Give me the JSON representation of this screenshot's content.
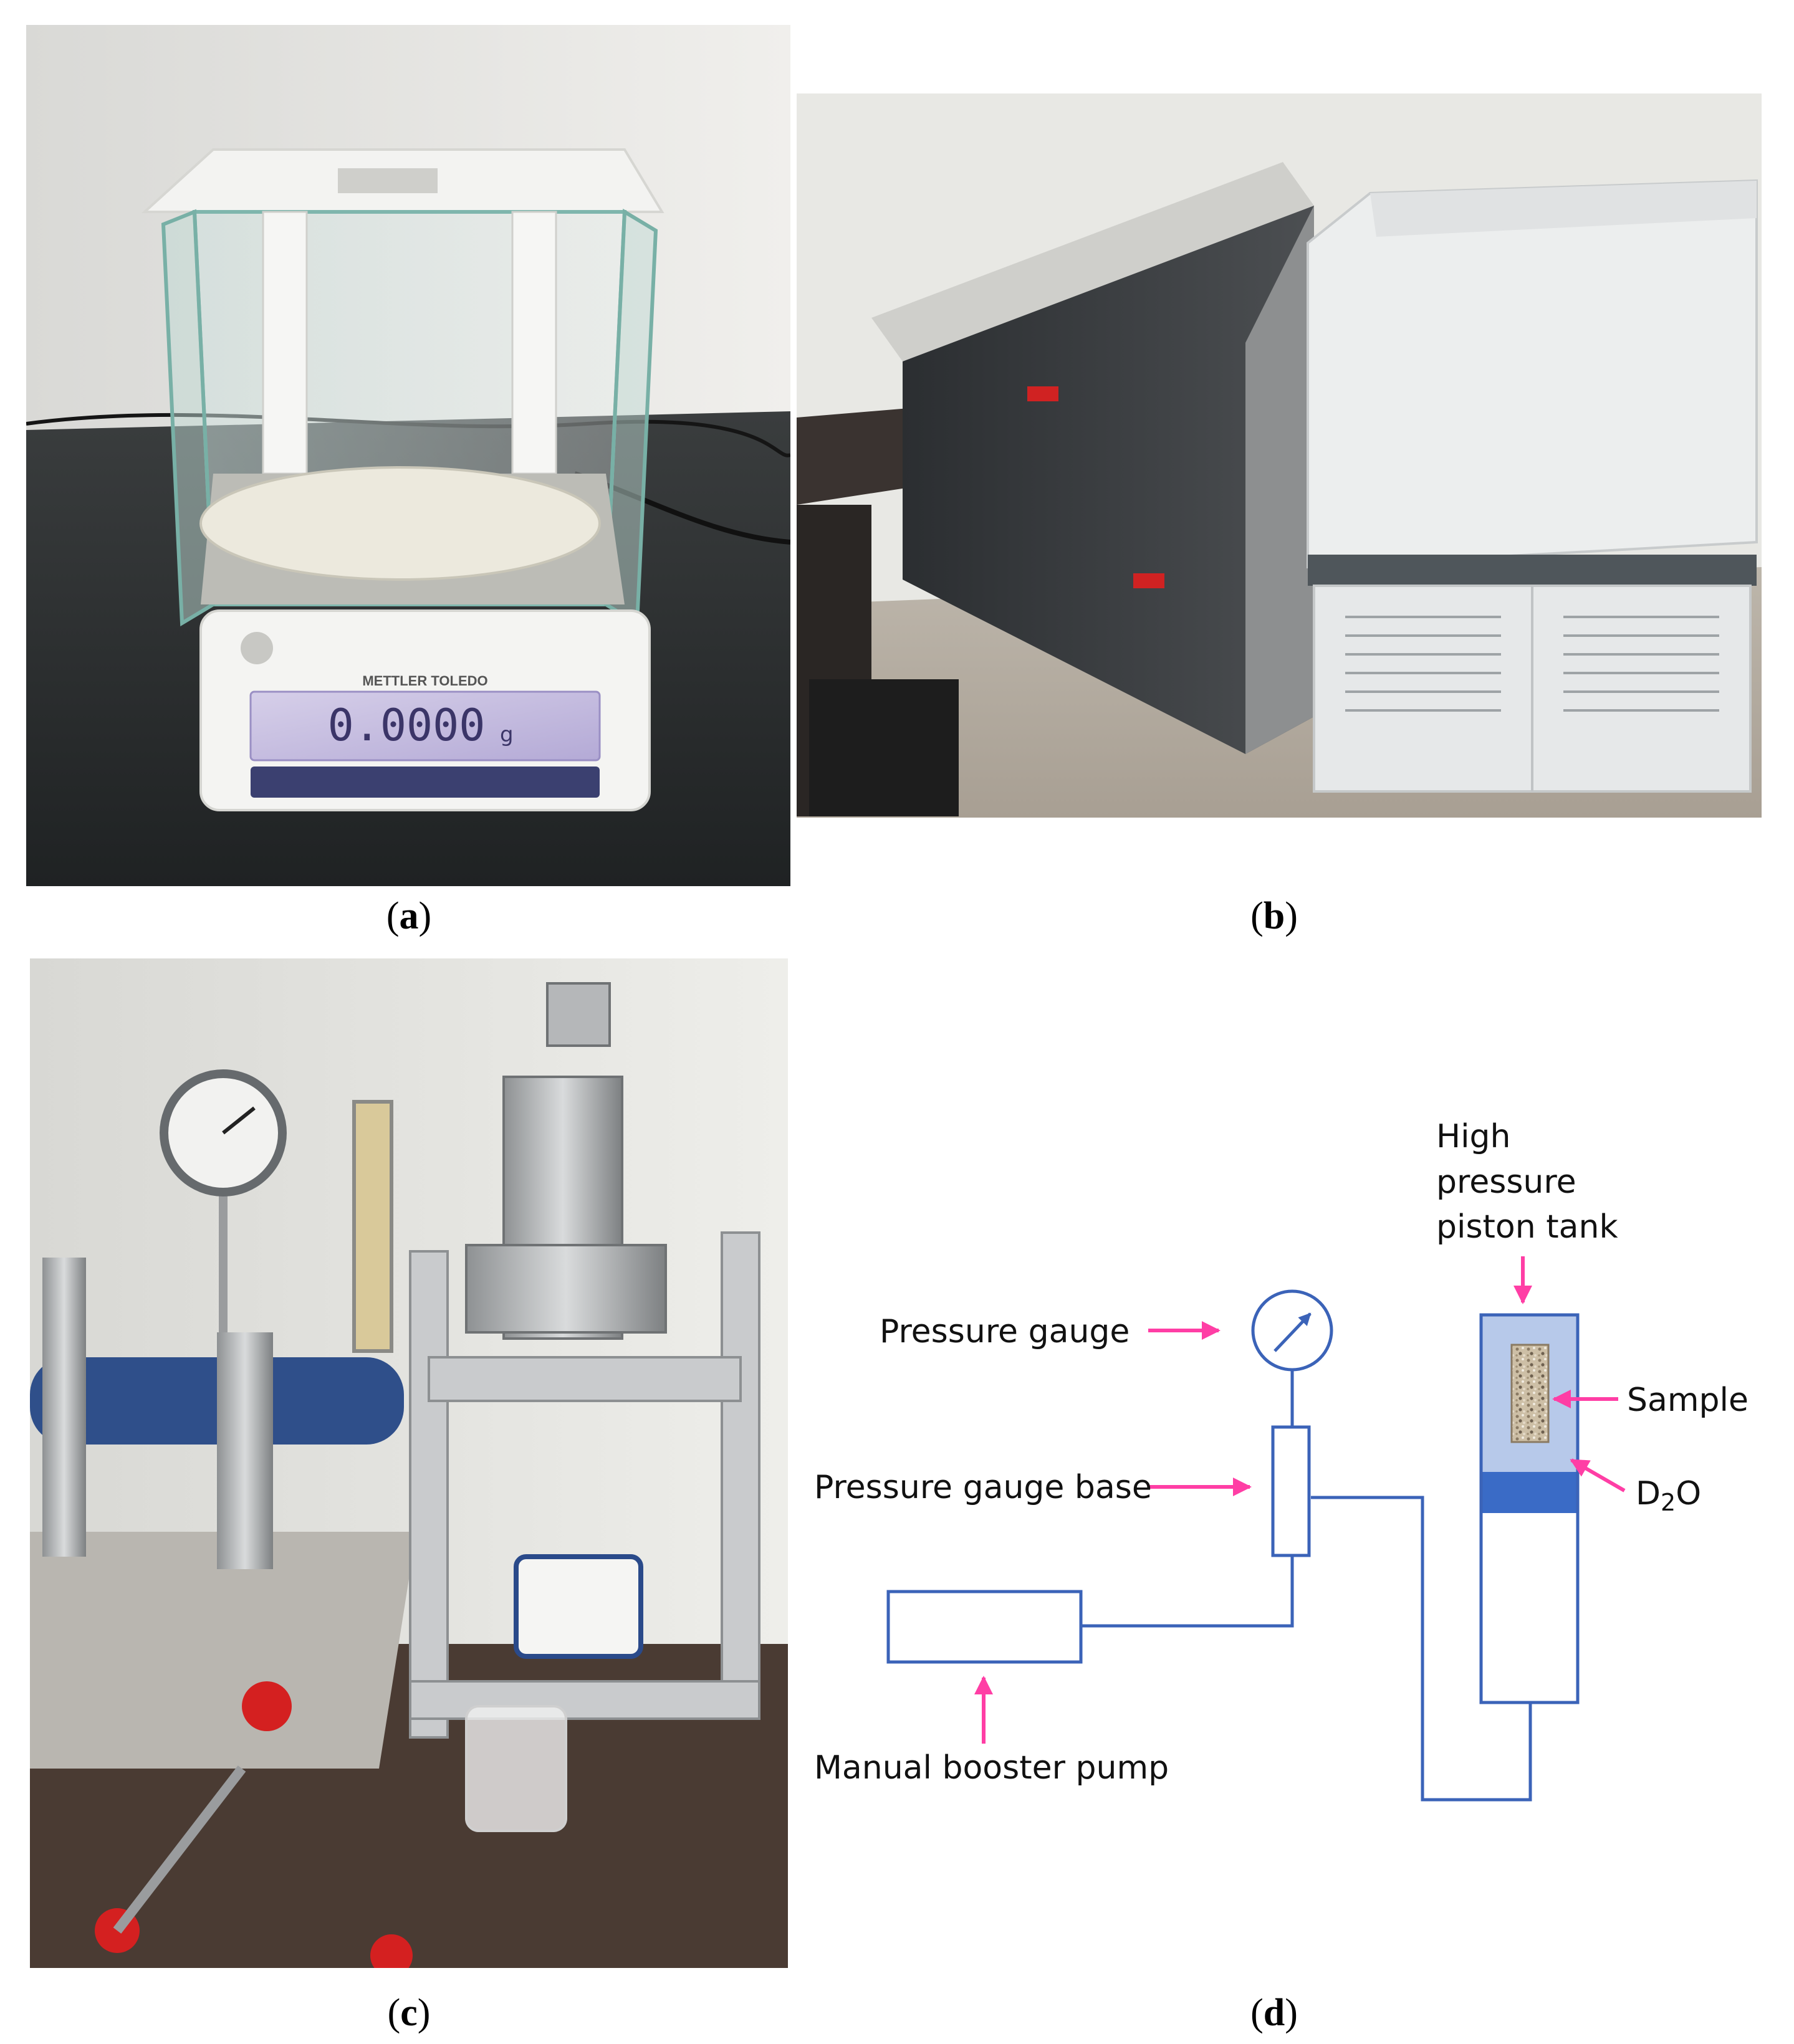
{
  "captions": {
    "a_letter": "a",
    "b_letter": "b",
    "c_letter": "c",
    "d_letter": "d"
  },
  "panel_a": {
    "balance_brand": "METTLER TOLEDO",
    "display_reading": "0.0000",
    "display_unit": "g"
  },
  "diagram": {
    "label_tank_line1": "High",
    "label_tank_line2": "pressure",
    "label_tank_line3": "piston tank",
    "label_gauge": "Pressure gauge",
    "label_gauge_base": "Pressure gauge base",
    "label_pump": "Manual booster pump",
    "label_sample": "Sample",
    "label_d2o_main": "D",
    "label_d2o_sub": "2",
    "label_d2o_tail": "O",
    "colors": {
      "line": "#3b63b8",
      "arrow": "#ff3ea5",
      "tank_fill": "#b7c9ea",
      "d2o_fill": "#3a6bc6",
      "sample_fill": "#c9b79c"
    }
  }
}
